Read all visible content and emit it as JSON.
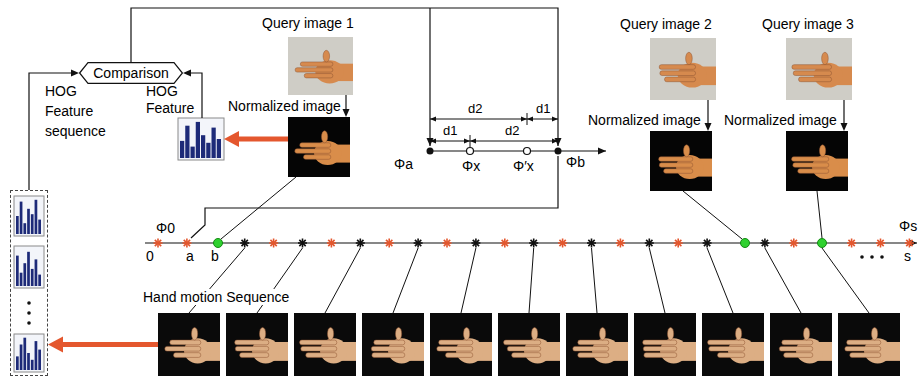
{
  "diagram": {
    "nodes": [
      {
        "text": [
          "HOG Feature sequence"
        ]
      },
      {
        "text": [
          "Comparison"
        ]
      },
      {
        "text": [
          "HOG Feature"
        ]
      },
      {
        "text": [
          "Query image 1"
        ]
      },
      {
        "text": [
          "Normalized image"
        ]
      },
      {
        "text": [
          "Query image 2"
        ]
      },
      {
        "text": [
          "Normalized image"
        ]
      },
      {
        "text": [
          "Query image 3"
        ]
      },
      {
        "text": [
          "Normalized image"
        ]
      },
      {
        "text": [
          "Hand motion Sequence"
        ]
      }
    ],
    "edges": [
      {
        "from": 0,
        "to": 1,
        "arrow": "to"
      },
      {
        "from": 2,
        "to": 1,
        "arrow": "to"
      },
      {
        "from": 3,
        "to": 4,
        "arrow": "to"
      },
      {
        "from": 4,
        "to": 2,
        "arrow": "to"
      },
      {
        "from": 5,
        "to": 6,
        "arrow": "to"
      },
      {
        "from": 7,
        "to": 8,
        "arrow": "to"
      },
      {
        "from": 9,
        "to": 0,
        "arrow": "to"
      }
    ],
    "labels": [
      "d2",
      "d1",
      "d1",
      "d2",
      "Φa",
      "Φx",
      "Φ′x",
      "Φb",
      "Φ0",
      "0",
      "a",
      "b",
      "s",
      "Φs"
    ]
  }
}
